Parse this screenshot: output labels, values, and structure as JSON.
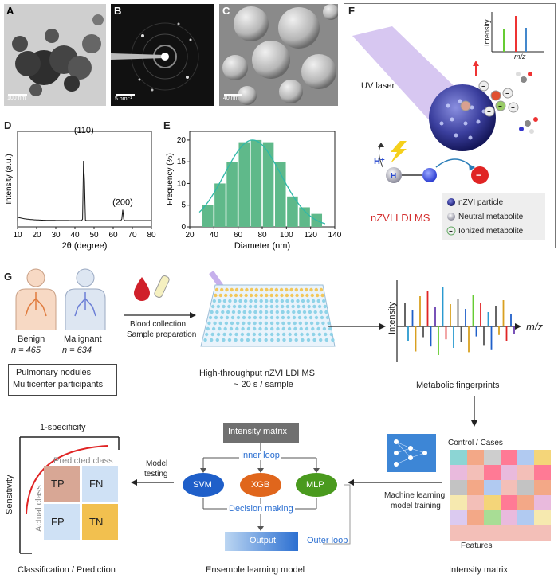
{
  "panels": {
    "a": {
      "label": "A",
      "scale": "100 nm"
    },
    "b": {
      "label": "B",
      "scale": "5 nm⁻¹"
    },
    "c": {
      "label": "C",
      "scale": "40 nm"
    },
    "d": {
      "label": "D",
      "ylabel": "Intensity (a.u.)",
      "xlabel": "2θ (degree)",
      "peak1": "(110)",
      "peak2": "(200)"
    },
    "e": {
      "label": "E",
      "ylabel": "Frequency (%)",
      "xlabel": "Diameter (nm)"
    },
    "f": {
      "label": "F",
      "uv": "UV laser",
      "intensity": "Intensity",
      "mz": "m/z",
      "hplus": "H⁺",
      "h": "H",
      "title": "nZVI LDI MS",
      "legend": [
        "nZVI particle",
        "Neutral metabolite",
        "Ionized metabolite"
      ]
    },
    "g": {
      "label": "G"
    }
  },
  "chart_data": [
    {
      "type": "line",
      "title": "",
      "xlabel": "2θ (degree)",
      "ylabel": "Intensity (a.u.)",
      "xlim": [
        10,
        80
      ],
      "xticks": [
        10,
        20,
        30,
        40,
        50,
        60,
        70,
        80
      ],
      "peaks": [
        {
          "x": 44.7,
          "label": "(110)",
          "rel": 1.0
        },
        {
          "x": 65.0,
          "label": "(200)",
          "rel": 0.13
        }
      ]
    },
    {
      "type": "bar",
      "title": "",
      "xlabel": "Diameter (nm)",
      "ylabel": "Frequency (%)",
      "xlim": [
        20,
        140
      ],
      "ylim": [
        0,
        22
      ],
      "xticks": [
        20,
        40,
        60,
        80,
        100,
        120,
        140
      ],
      "yticks": [
        0,
        5,
        10,
        15,
        20
      ],
      "categories": [
        35,
        45,
        55,
        65,
        75,
        85,
        95,
        105,
        115,
        125
      ],
      "values": [
        5,
        10,
        15,
        19.5,
        20,
        19.5,
        15,
        7,
        4.5,
        3
      ]
    }
  ],
  "workflow": {
    "benign": "Benign",
    "benign_n": "n = 465",
    "malignant": "Malignant",
    "malignant_n": "n = 634",
    "nodules1": "Pulmonary nodules",
    "nodules2": "Multicenter participants",
    "blood1": "Blood collection",
    "blood2": "Sample preparation",
    "ms1": "High-throughput nZVI LDI MS",
    "ms2": "~ 20 s / sample",
    "intensity": "Intensity",
    "mz": "m/z",
    "fingerprints": "Metabolic fingerprints",
    "control": "Control / Cases",
    "features": "Features",
    "matrix": "Intensity matrix",
    "ml1": "Machine learning",
    "ml2": "model training",
    "im_box": "Intensity matrix",
    "inner": "Inner loop",
    "svm": "SVM",
    "xgb": "XGB",
    "mlp": "MLP",
    "decision": "Decision making",
    "output": "Output",
    "outer": "Outer loop",
    "ensemble": "Ensemble learning model",
    "testing1": "Model",
    "testing2": "testing",
    "specificity": "1-specificity",
    "sensitivity": "Sensitivity",
    "predicted": "Predicted class",
    "actual": "Actual class",
    "tp": "TP",
    "fn": "FN",
    "fp": "FP",
    "tn": "TN",
    "classification": "Classification / Prediction"
  }
}
